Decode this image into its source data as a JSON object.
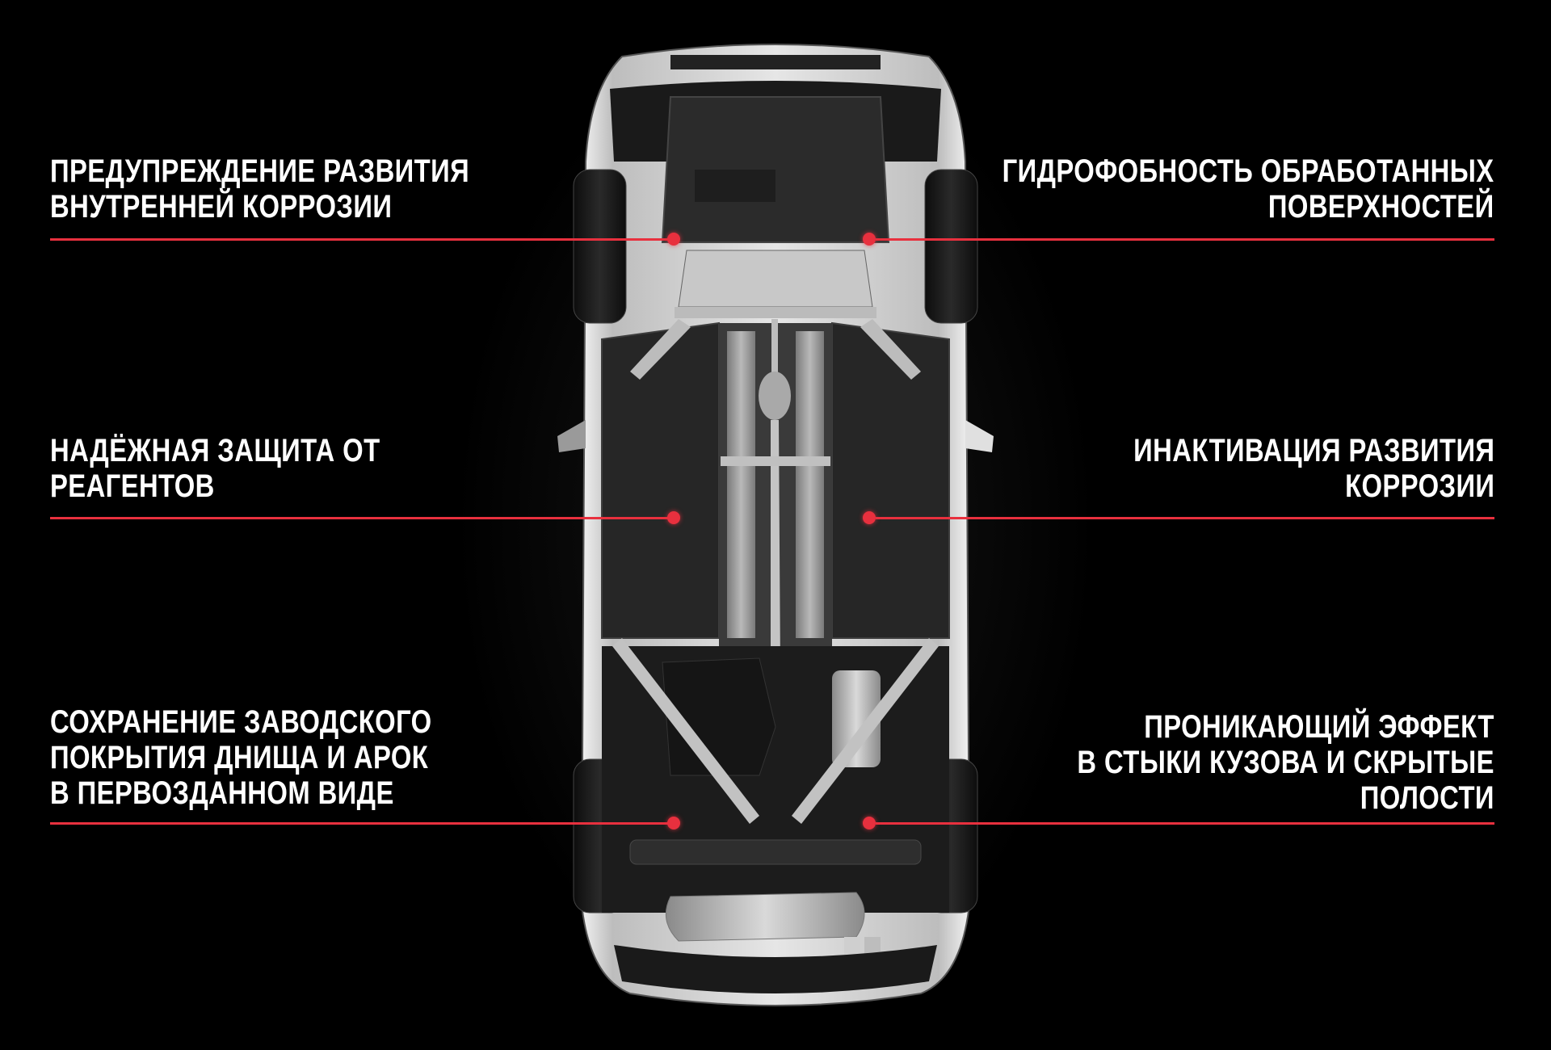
{
  "callouts": {
    "top_left": {
      "lines": [
        "ПРЕДУПРЕЖДЕНИЕ РАЗВИТИЯ",
        "ВНУТРЕННЕЙ КОРРОЗИИ"
      ]
    },
    "top_right": {
      "lines": [
        "ГИДРОФОБНОСТЬ ОБРАБОТАННЫХ",
        "ПОВЕРХНОСТЕЙ"
      ]
    },
    "middle_left": {
      "lines": [
        "НАДЁЖНАЯ ЗАЩИТА ОТ",
        "РЕАГЕНТОВ"
      ]
    },
    "middle_right": {
      "lines": [
        "ИНАКТИВАЦИЯ РАЗВИТИЯ",
        "КОРРОЗИИ"
      ]
    },
    "bottom_left": {
      "lines": [
        "СОХРАНЕНИЕ ЗАВОДСКОГО",
        "ПОКРЫТИЯ ДНИЩА И АРОК",
        "В ПЕРВОЗДАННОМ ВИДЕ"
      ]
    },
    "bottom_right": {
      "lines": [
        "ПРОНИКАЮЩИЙ ЭФФЕКТ",
        "В СТЫКИ КУЗОВА И СКРЫТЫЕ",
        "ПОЛОСТИ"
      ]
    }
  },
  "colors": {
    "accent": "#e8303e",
    "background": "#000000",
    "text": "#ffffff"
  },
  "image": {
    "subject": "car-underbody-icon"
  }
}
